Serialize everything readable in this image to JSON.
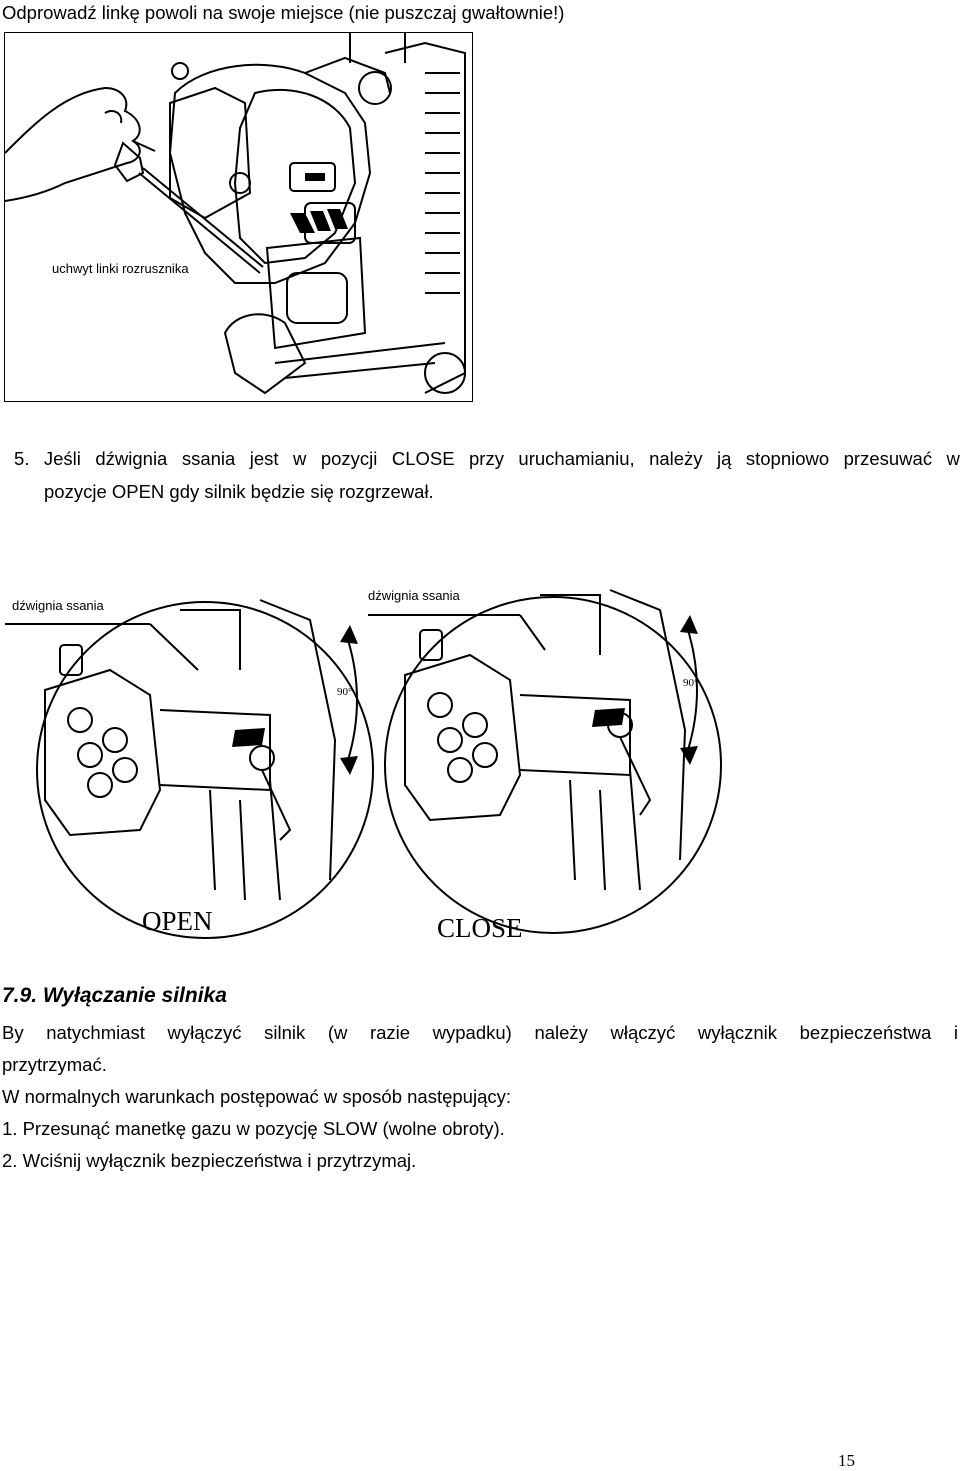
{
  "intro_text": "Odprowadź linkę powoli na swoje miejsce (nie puszczaj gwałtownie!)",
  "figure1": {
    "label": "uchwyt linki rozrusznika"
  },
  "step5": {
    "line1_words": [
      "5.",
      "Jeśli",
      "dźwignia",
      "ssania",
      "jest",
      "w",
      "pozycji",
      "CLOSE",
      "przy",
      "uruchamianiu,",
      "należy",
      "ją",
      "stopniowo",
      "przesuwać",
      "w"
    ],
    "line2": "pozycje OPEN gdy silnik będzie się rozgrzewał."
  },
  "figure2": {
    "left_label": "dźwignia ssania",
    "right_label": "dźwignia ssania",
    "left_angle": "90°",
    "right_angle": "90°",
    "left_caption": "OPEN",
    "right_caption": "CLOSE"
  },
  "section": {
    "heading": "7.9. Wyłączanie silnika",
    "p1_line1_words": [
      "By",
      "natychmiast",
      "wyłączyć",
      "silnik",
      "(w",
      "razie",
      "wypadku)",
      "należy",
      "włączyć",
      "wyłącznik",
      "bezpieczeństwa",
      "i"
    ],
    "p1_line2": "przytrzymać.",
    "p2": "W normalnych warunkach postępować w sposób następujący:",
    "item1": "1. Przesunąć manetkę gazu w pozycję SLOW (wolne obroty).",
    "item2": "2. Wciśnij wyłącznik bezpieczeństwa i przytrzymaj."
  },
  "page_number": "15"
}
